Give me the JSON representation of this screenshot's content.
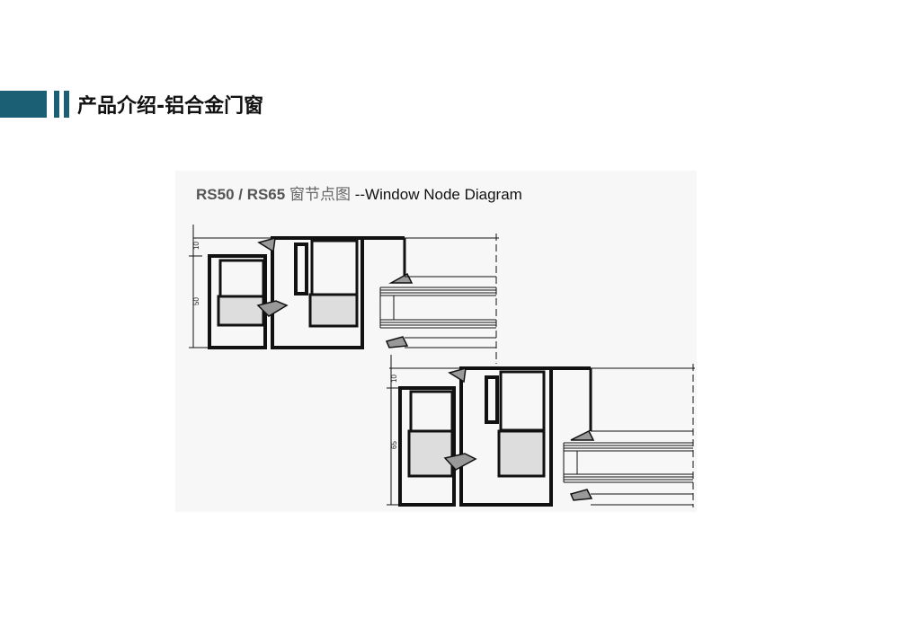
{
  "header": {
    "title": "产品介绍-铝合金门窗",
    "accent_color": "#1b5f75"
  },
  "figure": {
    "title_model": "RS50 / RS65",
    "title_cn": "窗节点图",
    "title_en": "--Window Node Diagram",
    "rs50": {
      "dim_top": "10",
      "dim_main": "50"
    },
    "rs65": {
      "dim_top": "10",
      "dim_main": "65"
    }
  }
}
